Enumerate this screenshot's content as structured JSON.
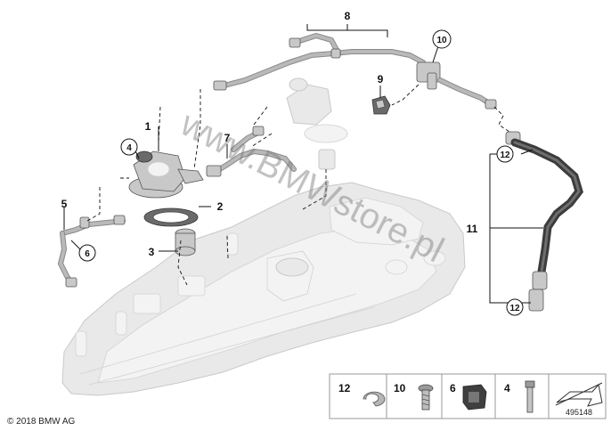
{
  "callouts": {
    "c1": "1",
    "c2": "2",
    "c3": "3",
    "c4": "4",
    "c5": "5",
    "c6": "6",
    "c7": "7",
    "c8": "8",
    "c9": "9",
    "c10": "10",
    "c11": "11",
    "c12a": "12",
    "c12b": "12"
  },
  "watermark": "www.BMWstore.pl",
  "legend": {
    "items": [
      {
        "num": "12",
        "icon": "clip-ring-icon"
      },
      {
        "num": "10",
        "icon": "screw-icon"
      },
      {
        "num": "6",
        "icon": "holder-icon"
      },
      {
        "num": "4",
        "icon": "bolt-icon"
      }
    ],
    "image_number": "495148"
  },
  "copyright": "© 2018 BMW AG"
}
